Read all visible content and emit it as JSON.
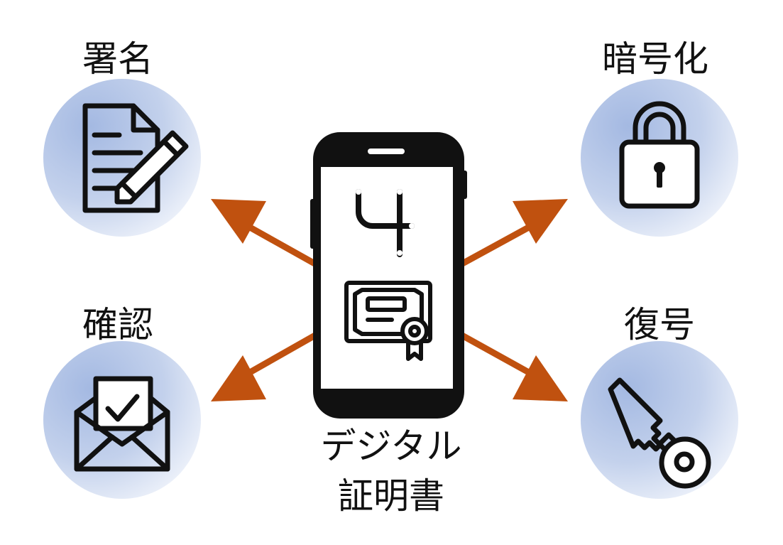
{
  "labels": {
    "sign": "署名",
    "encrypt": "暗号化",
    "verify": "確認",
    "decrypt": "復号"
  },
  "center": {
    "line1": "デジタル",
    "line2": "証明書"
  },
  "colors": {
    "arrow": "#c0510f",
    "circle_inner": "#a9bde3",
    "circle_outer": "#f2f5fb",
    "ink": "#111111"
  },
  "icons": {
    "sign": "document-pen-icon",
    "encrypt": "padlock-icon",
    "verify": "envelope-check-icon",
    "decrypt": "key-icon",
    "logo": "logo-icon",
    "certificate": "certificate-icon"
  }
}
